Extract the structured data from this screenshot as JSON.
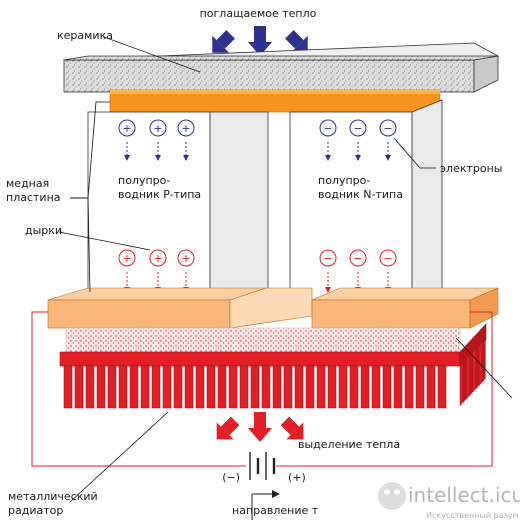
{
  "labels": {
    "absorbed_heat": "поглащаемое тепло",
    "ceramics": "керамика",
    "copper_plate_l1": "медная",
    "copper_plate_l2": "пластина",
    "holes": "дырки",
    "p_type_l1": "полупро-",
    "p_type_l2": "водник P-типа",
    "n_type_l1": "полупро-",
    "n_type_l2": "водник N-типа",
    "electrons": "электроны",
    "heat_release": "выделение тепла",
    "minus_terminal": "(−)",
    "plus_terminal": "(+)",
    "current_direction": "направление т",
    "radiator_l1": "металлический",
    "radiator_l2": "радиатор"
  },
  "carriers": {
    "hole_sign": "+",
    "electron_sign": "−"
  },
  "watermark": {
    "text": "intellect.icu",
    "subtext": "Искусственный разум"
  },
  "colors": {
    "blue_arrow": "#2e3192",
    "red_arrow": "#e31e24",
    "copper_top": "#f7941d",
    "copper_bottom": "#f9b77c",
    "radiator_red": "#e31e24",
    "ceramic": "#dcdcdc"
  }
}
